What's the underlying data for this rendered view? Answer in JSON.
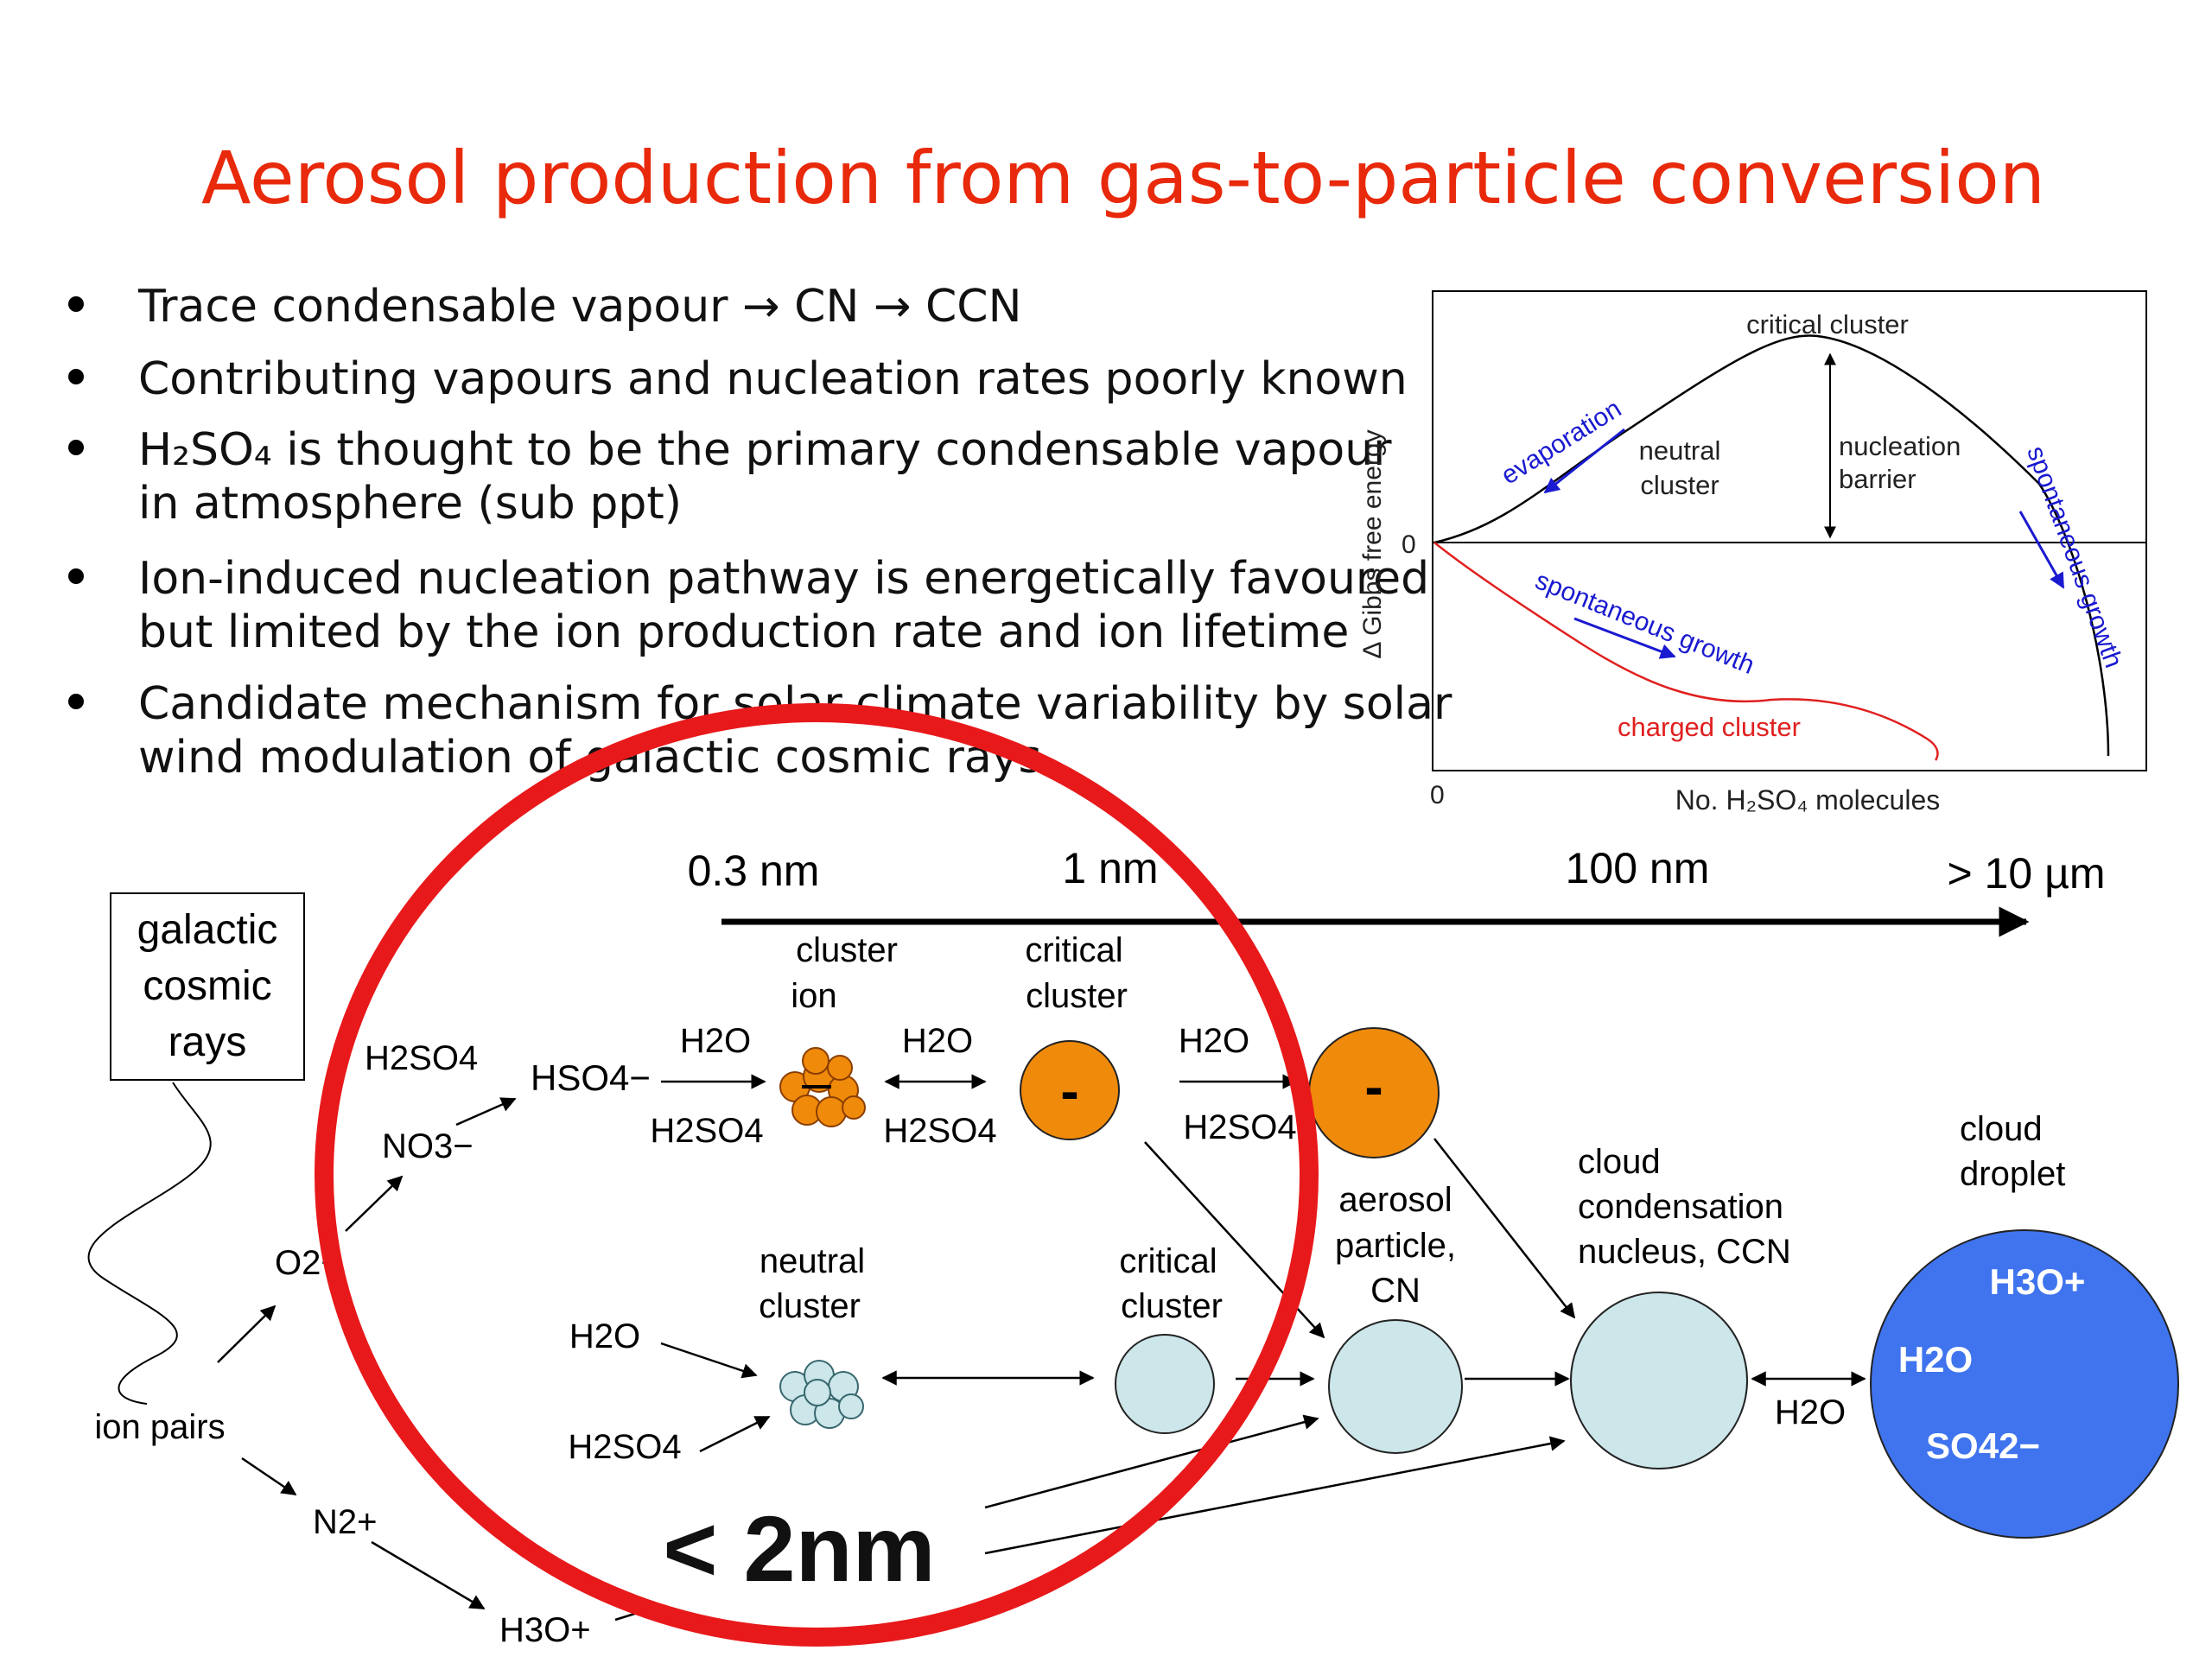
{
  "slide": {
    "title": "Aerosol production from gas-to-particle conversion",
    "title_color": "#e8290b"
  },
  "bullets": [
    {
      "lines": [
        "Trace condensable vapour → CN → CCN"
      ]
    },
    {
      "lines": [
        "Contributing vapours and nucleation rates poorly known"
      ]
    },
    {
      "lines": [
        "H₂SO₄ is thought to be the primary condensable vapour",
        "in atmosphere (sub ppt)"
      ]
    },
    {
      "lines": [
        "Ion-induced nucleation pathway is energetically favoured",
        "but limited by the ion production rate and ion lifetime"
      ]
    },
    {
      "lines": [
        "Candidate mechanism for solar-climate variability by solar",
        "wind modulation of galactic cosmic rays"
      ]
    }
  ],
  "energy_plot": {
    "ylabel": "Δ Gibbs free energy",
    "xlabel": "No. H₂SO₄ molecules",
    "y_zero": "0",
    "x_zero": "0",
    "critical_cluster": "critical cluster",
    "neutral_cluster": [
      "neutral",
      "cluster"
    ],
    "nucleation_barrier": [
      "nucleation",
      "barrier"
    ],
    "evaporation": "evaporation",
    "spontaneous_growth_right": "spontaneous growth",
    "spontaneous_growth_lower": "spontaneous growth",
    "charged_cluster": "charged cluster",
    "colors": {
      "neutral_curve": "#000000",
      "charged_curve": "#e02020",
      "annotation": "#1a1ad0"
    }
  },
  "diagram": {
    "scale": {
      "s1": "0.3 nm",
      "s2": "1 nm",
      "s3": "100 nm",
      "s4": "> 10 µm"
    },
    "gcr": [
      "galactic",
      "cosmic",
      "rays"
    ],
    "ion_pairs": "ion pairs",
    "o2": "O2−",
    "n2": "N2+",
    "h3o_small": "H3O+",
    "no3": "NO3−",
    "h2so4_a": "H2SO4",
    "hso4": "HSO4−",
    "cluster_ion": [
      "cluster",
      "ion"
    ],
    "critical_cluster_top": [
      "critical",
      "cluster"
    ],
    "neutral_cluster": [
      "neutral",
      "cluster"
    ],
    "critical_cluster_mid": [
      "critical",
      "cluster"
    ],
    "aerosol_particle": [
      "aerosol",
      "particle,",
      "CN"
    ],
    "ccn": [
      "cloud",
      "condensation",
      "nucleus, CCN"
    ],
    "cloud_droplet": [
      "cloud",
      "droplet"
    ],
    "droplet_species": {
      "a": "H3O+",
      "b": "H2O",
      "c": "SO42−"
    },
    "h2o": "H2O",
    "h2so4": "H2SO4",
    "minus": "-",
    "highlight": "< 2nm",
    "colors": {
      "orange": "#f08a0a",
      "pale": "#cce6ea",
      "droplet": "#3f74ee",
      "circle": "#e8191b"
    }
  }
}
